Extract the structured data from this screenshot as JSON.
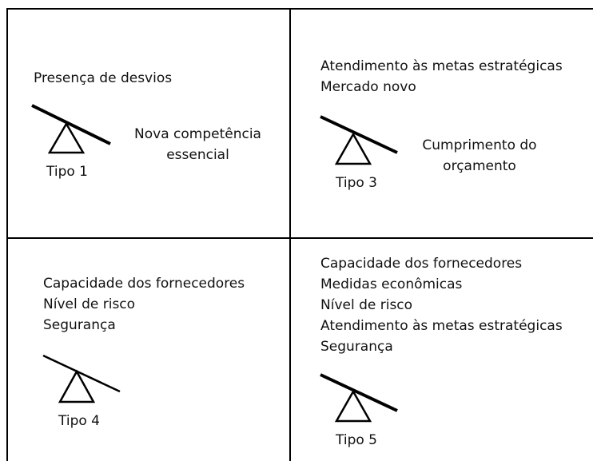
{
  "panels": [
    {
      "top_items": [
        "Presença de desvios"
      ],
      "side_items": [
        "Nova competência",
        "essencial"
      ],
      "label": "Tipo 1"
    },
    {
      "top_items": [
        "Atendimento às metas estratégicas",
        "Mercado novo"
      ],
      "side_items": [
        "Cumprimento do",
        "orçamento"
      ],
      "label": "Tipo 3"
    },
    {
      "top_items": [
        "Capacidade dos fornecedores",
        "Nível de risco",
        "Segurança"
      ],
      "side_items": [],
      "label": "Tipo 4"
    },
    {
      "top_items": [
        "Capacidade dos fornecedores",
        "Medidas econômicas",
        "Nível de risco",
        "Atendimento às metas estratégicas",
        "Segurança"
      ],
      "side_items": [],
      "label": "Tipo 5"
    }
  ]
}
